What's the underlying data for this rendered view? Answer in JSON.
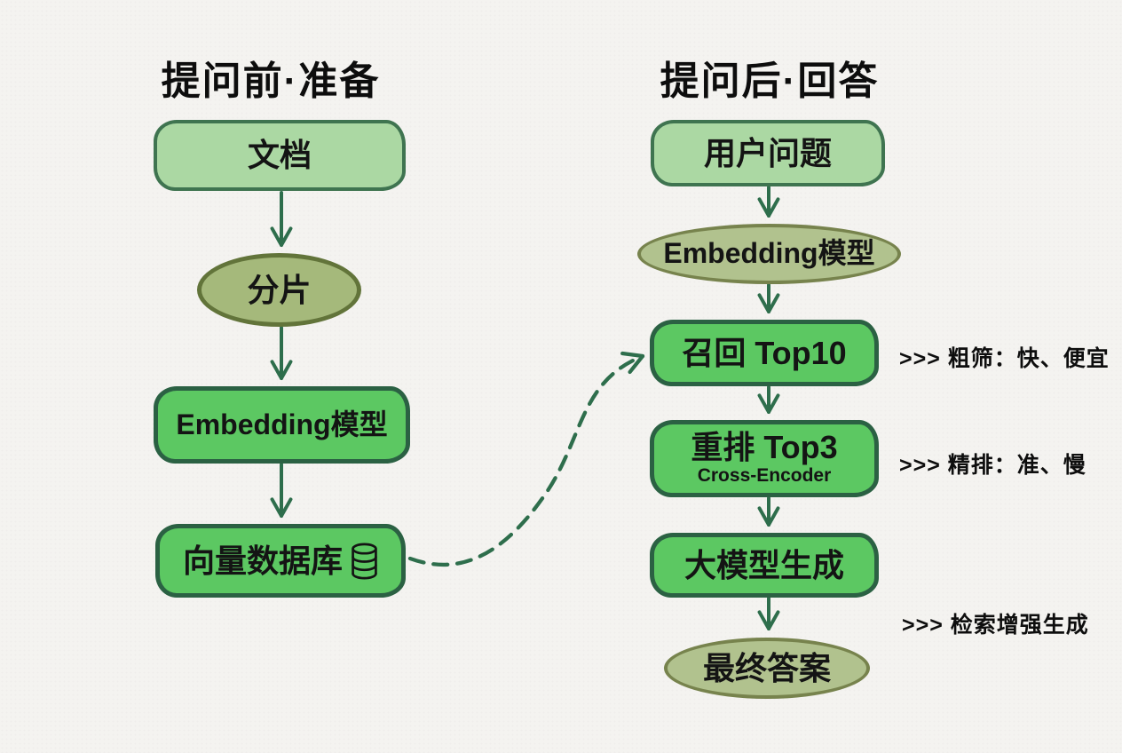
{
  "diagram": {
    "left": {
      "heading": "提问前·准备",
      "nodes": {
        "document": "文档",
        "chunking": "分片",
        "embedding_model": "Embedding模型",
        "vector_db": "向量数据库"
      }
    },
    "right": {
      "heading": "提问后·回答",
      "nodes": {
        "user_question": "用户问题",
        "embedding_model": "Embedding模型",
        "recall": "召回 Top10",
        "rerank": "重排 Top3",
        "rerank_sublabel": "Cross-Encoder",
        "llm_generate": "大模型生成",
        "final_answer": "最终答案"
      }
    },
    "annotations": {
      "coarse": ">>> 粗筛：快、便宜",
      "fine": ">>> 精排：准、慢",
      "rag": ">>> 检索增强生成"
    },
    "icons": {
      "vector_db": "database-icon"
    },
    "colors": {
      "background": "#f4f3f0",
      "light_green_fill": "#abd8a3",
      "light_green_border": "#3f7450",
      "bright_green_fill": "#5cc862",
      "bright_green_border": "#2b6143",
      "olive_fill": "#a5b97b",
      "olive_border": "#62743a",
      "olive_light_fill": "#b1c28e",
      "olive_light_border": "#77834d",
      "arrow": "#2e6e4c",
      "text": "#141414"
    }
  }
}
